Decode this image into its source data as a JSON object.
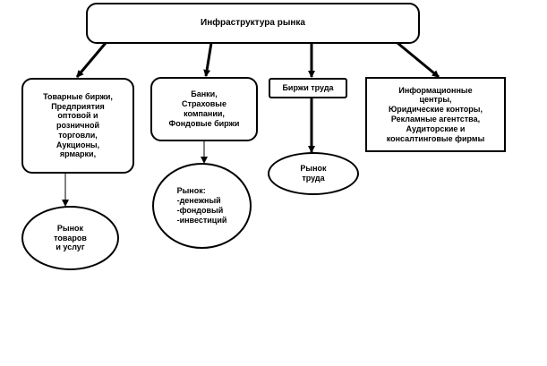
{
  "root": {
    "title": "Инфраструктура рынка"
  },
  "branches": [
    {
      "institutions": "Товарные биржи,\nПредприятия\nоптовой и\nрозничной\nторговли,\nАукционы,\nярмарки,",
      "market": "Рынок\nтоваров\nи услуг"
    },
    {
      "institutions": "Банки,\nСтраховые\nкомпании,\nФондовые биржи",
      "market": "Рынок:\n-денежный\n-фондовый\n-инвестиций"
    },
    {
      "institutions": "Биржи труда",
      "market": "Рынок\nтруда"
    },
    {
      "institutions": "Информационные\nцентры,\nЮридические конторы,\nРекламные агентства,\nАудиторские и\nконсалтинговые фирмы"
    }
  ]
}
